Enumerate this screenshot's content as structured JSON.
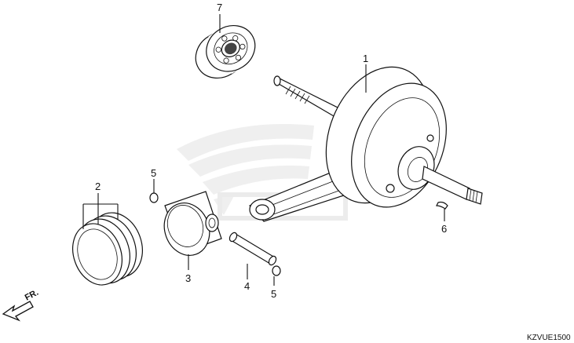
{
  "callouts": {
    "crankshaft": "1",
    "piston_ring_set": "2",
    "piston": "3",
    "piston_pin": "4",
    "pin_clip_upper": "5",
    "pin_clip_lower": "5",
    "woodruff_key": "6",
    "radial_ball_bearing": "7"
  },
  "direction_label": "FR.",
  "diagram_code": "KZVUE1500",
  "colors": {
    "line": "#111111",
    "watermark": "#d9d9d9",
    "background": "#ffffff"
  },
  "icons": {
    "direction": "arrow-icon",
    "watermark": "brand-watermark"
  }
}
